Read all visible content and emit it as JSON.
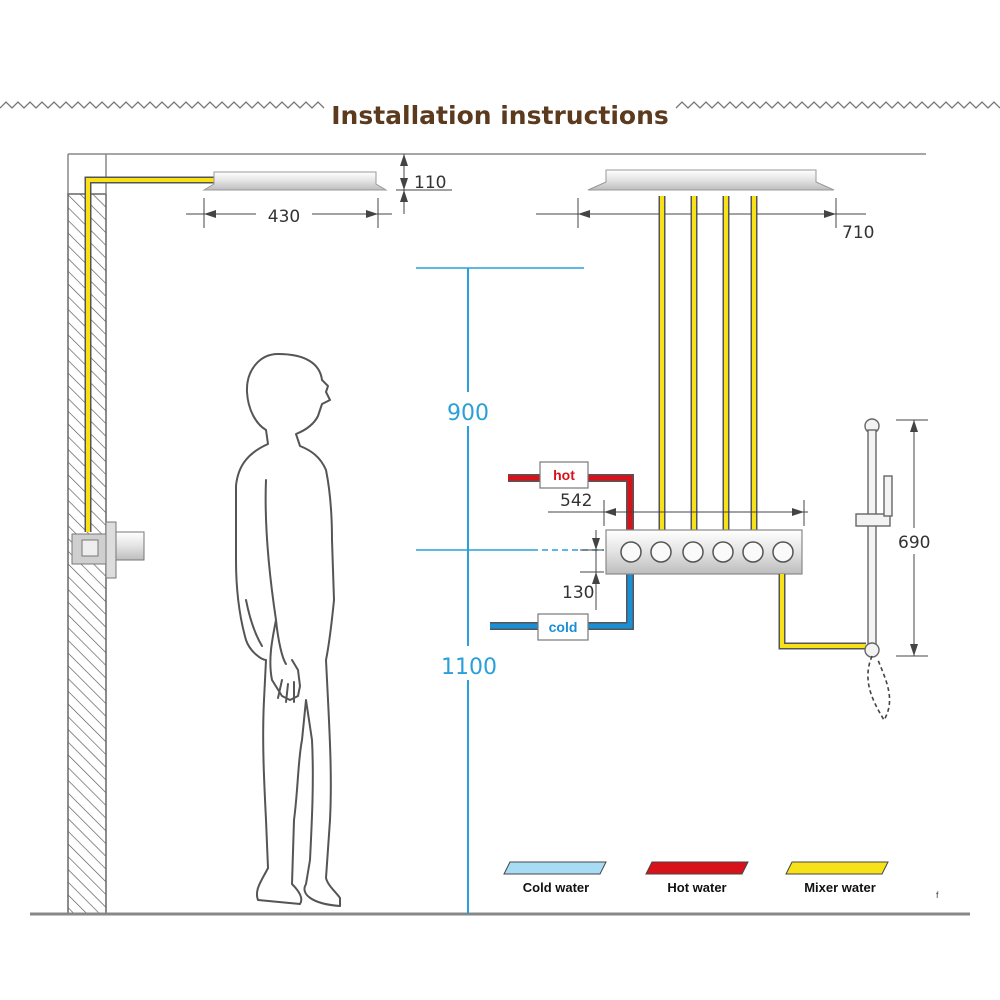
{
  "title": "Installation instructions",
  "dimensions": {
    "ceiling_drop": "110",
    "small_head_width": "430",
    "large_head_width": "710",
    "upper_height": "900",
    "lower_height": "1100",
    "valve_width": "542",
    "valve_offset": "130",
    "handset_rail": "690"
  },
  "labels": {
    "hot": "hot",
    "cold": "cold"
  },
  "legend": [
    {
      "label": "Cold water",
      "color": "#a8dcf4"
    },
    {
      "label": "Hot water",
      "color": "#d8121b"
    },
    {
      "label": "Mixer water",
      "color": "#f7e21a"
    }
  ],
  "corner_mark": "f",
  "colors": {
    "mixer_pipe": "#f7e21a",
    "hot_pipe": "#d8121b",
    "cold_pipe": "#1a8fd6",
    "dim_blue": "#2aa0d8",
    "title": "#5b3a1e"
  }
}
